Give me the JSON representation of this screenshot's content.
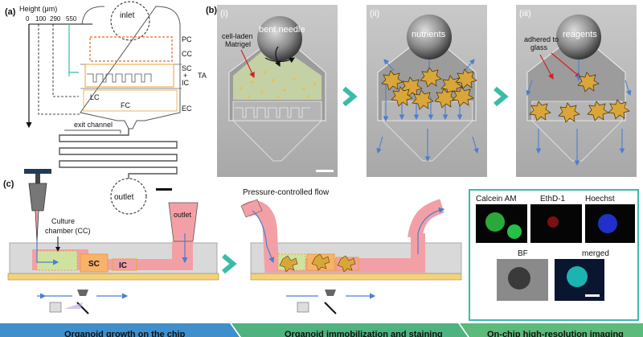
{
  "panel_a": {
    "label": "(a)",
    "height_title": "Height (μm)",
    "heights": [
      "0",
      "100",
      "290",
      "550"
    ],
    "inlet": "inlet",
    "pc": "PC",
    "cc": "CC",
    "sc": "SC",
    "plus": "+",
    "ic": "IC",
    "ta": "TA",
    "lc": "LC",
    "fc": "FC",
    "ec": "EC",
    "exit": "exit channel",
    "outlet": "outlet"
  },
  "panel_b": {
    "label": "(b)",
    "i": {
      "tag": "(i)",
      "needle": "bent needle",
      "matrigel": "cell-laden\nMatrigel"
    },
    "ii": {
      "tag": "(ii)",
      "nutrients": "nutrients"
    },
    "iii": {
      "tag": "(iii)",
      "reagents": "reagents",
      "adhered": "adhered to\nglass"
    }
  },
  "panel_c": {
    "label": "(c)",
    "culture": "Culture\nchamber (CC)",
    "outlet": "outlet",
    "sc": "SC",
    "ic": "IC",
    "pressure": "Pressure-controlled flow",
    "calcein": "Calcein AM",
    "ethd": "EthD-1",
    "hoechst": "Hoechst",
    "bf": "BF",
    "merged": "merged"
  },
  "banners": [
    {
      "text": "Organoid growth on the chip",
      "color": "#3f8fcc"
    },
    {
      "text": "Organoid immobilization and staining",
      "color": "#4fb37f"
    },
    {
      "text": "On-chip high-resolution imaging",
      "color": "#5cba7a"
    }
  ],
  "colors": {
    "orange": "#e8a23a",
    "pink": "#f2a0a6",
    "blue": "#4a7fd0",
    "organoid": "#d9a63a",
    "teal": "#3bbca8"
  }
}
